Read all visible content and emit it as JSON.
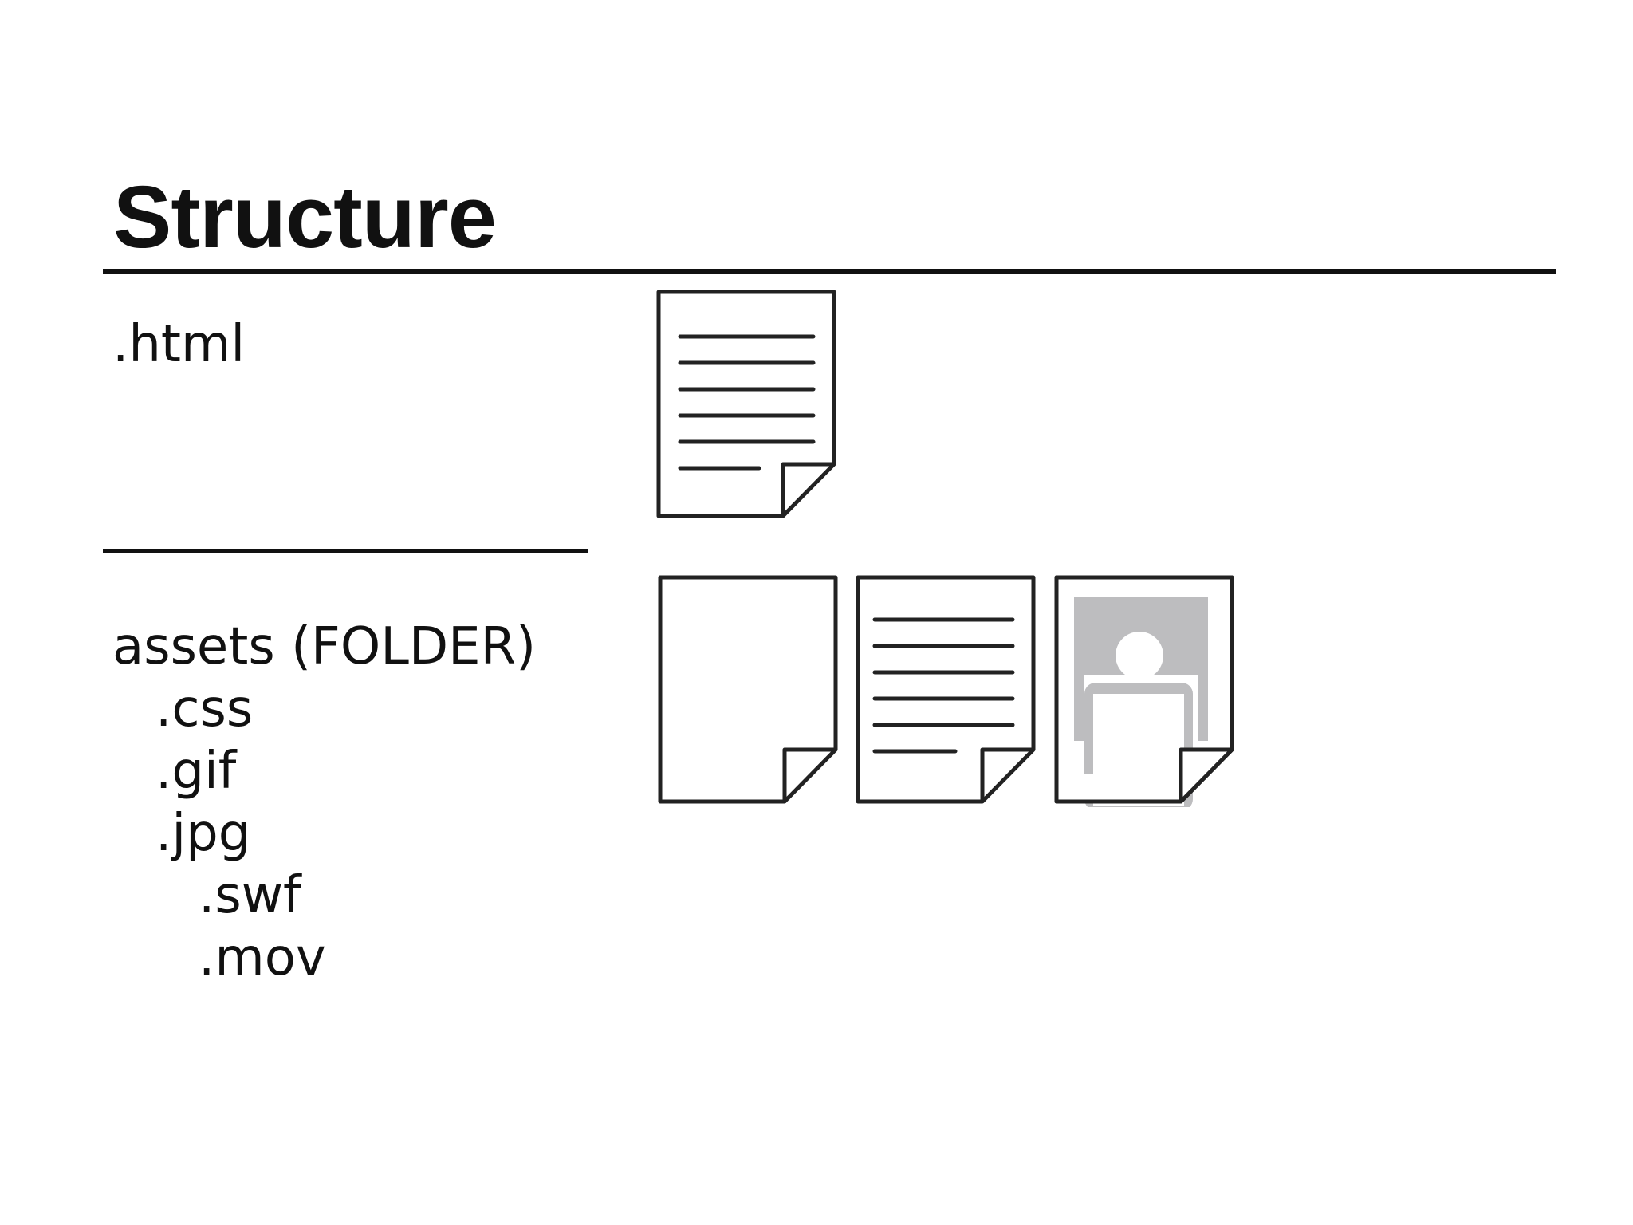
{
  "title": "Structure",
  "html_section": {
    "label": ".html",
    "icon": "text-document-icon"
  },
  "assets_section": {
    "items": [
      {
        "label": "assets (FOLDER)",
        "level": 0
      },
      {
        "label": ".css",
        "level": 1
      },
      {
        "label": ".gif",
        "level": 1
      },
      {
        "label": ".jpg",
        "level": 1
      },
      {
        "label": ".swf",
        "level": 2
      },
      {
        "label": ".mov",
        "level": 2
      }
    ],
    "icons": [
      "blank-document-icon",
      "text-document-icon",
      "image-document-icon"
    ]
  },
  "colors": {
    "ink": "#222222",
    "image_placeholder": "#bdbdbf"
  }
}
